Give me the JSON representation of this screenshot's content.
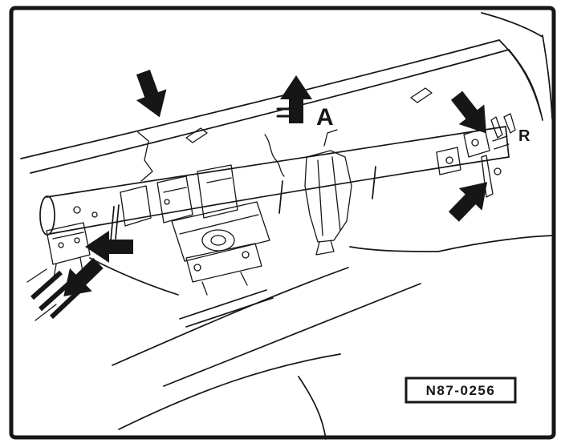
{
  "labels": {
    "section": "A",
    "right_mark": "R",
    "reference_number": "N87-0256"
  },
  "colors": {
    "ink": "#161616",
    "paper": "#ffffff"
  },
  "icons": {
    "arrows": [
      "arrow-top-left-pointing-down",
      "arrow-center-pointing-up",
      "arrow-top-right-pointing-down",
      "arrow-right-pointing-up",
      "arrow-left-pointing-left",
      "arrow-bottom-left-pointing-down"
    ]
  }
}
